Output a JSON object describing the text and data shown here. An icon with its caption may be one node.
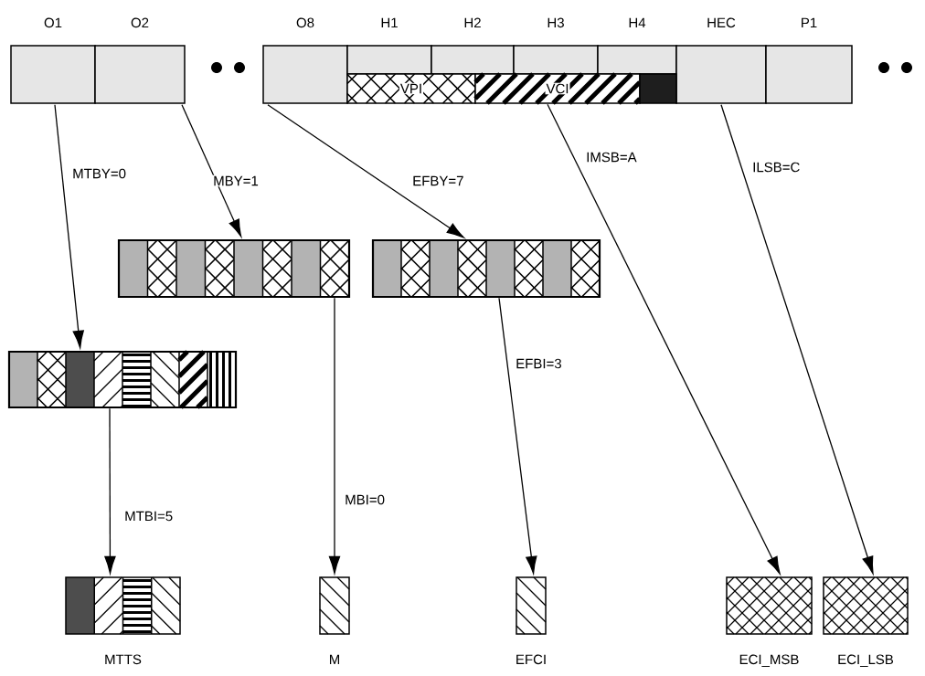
{
  "diagram": {
    "nodes": [
      {
        "text": [
          "O1"
        ]
      },
      {
        "text": [
          "O2"
        ]
      },
      {
        "text": [
          "O8"
        ]
      },
      {
        "text": [
          "H1"
        ]
      },
      {
        "text": [
          "H2"
        ]
      },
      {
        "text": [
          "H3"
        ]
      },
      {
        "text": [
          "H4"
        ]
      },
      {
        "text": [
          "HEC"
        ]
      },
      {
        "text": [
          "P1"
        ]
      },
      {
        "text": [
          "VPI"
        ]
      },
      {
        "text": [
          "VCI"
        ]
      },
      {
        "text": [],
        "shape": "box"
      },
      {
        "text": [],
        "shape": "bar"
      },
      {
        "text": [],
        "shape": "bar"
      },
      {
        "text": [],
        "shape": "bar"
      },
      {
        "text": [
          "MTTS"
        ]
      },
      {
        "text": [
          "M"
        ]
      },
      {
        "text": [
          "EFCI"
        ]
      },
      {
        "text": [
          "ECI_MSB"
        ]
      },
      {
        "text": [
          "ECI_LSB"
        ]
      }
    ],
    "edges": [
      {
        "from": 0,
        "to": 14,
        "arrow": "to",
        "label": "MTBY=0"
      },
      {
        "from": 1,
        "to": 12,
        "arrow": "to",
        "label": "MBY=1"
      },
      {
        "from": 2,
        "to": 13,
        "arrow": "to",
        "label": "EFBY=7"
      },
      {
        "from": 10,
        "to": 18,
        "arrow": "to",
        "label": "IMSB=A"
      },
      {
        "from": 7,
        "to": 19,
        "arrow": "to",
        "label": "ILSB=C"
      },
      {
        "from": 14,
        "to": 15,
        "arrow": "to",
        "label": "MTBI=5"
      },
      {
        "from": 12,
        "to": 16,
        "arrow": "to",
        "label": "MBI=0"
      },
      {
        "from": 13,
        "to": 17,
        "arrow": "to",
        "label": "EFBI=3"
      }
    ]
  }
}
